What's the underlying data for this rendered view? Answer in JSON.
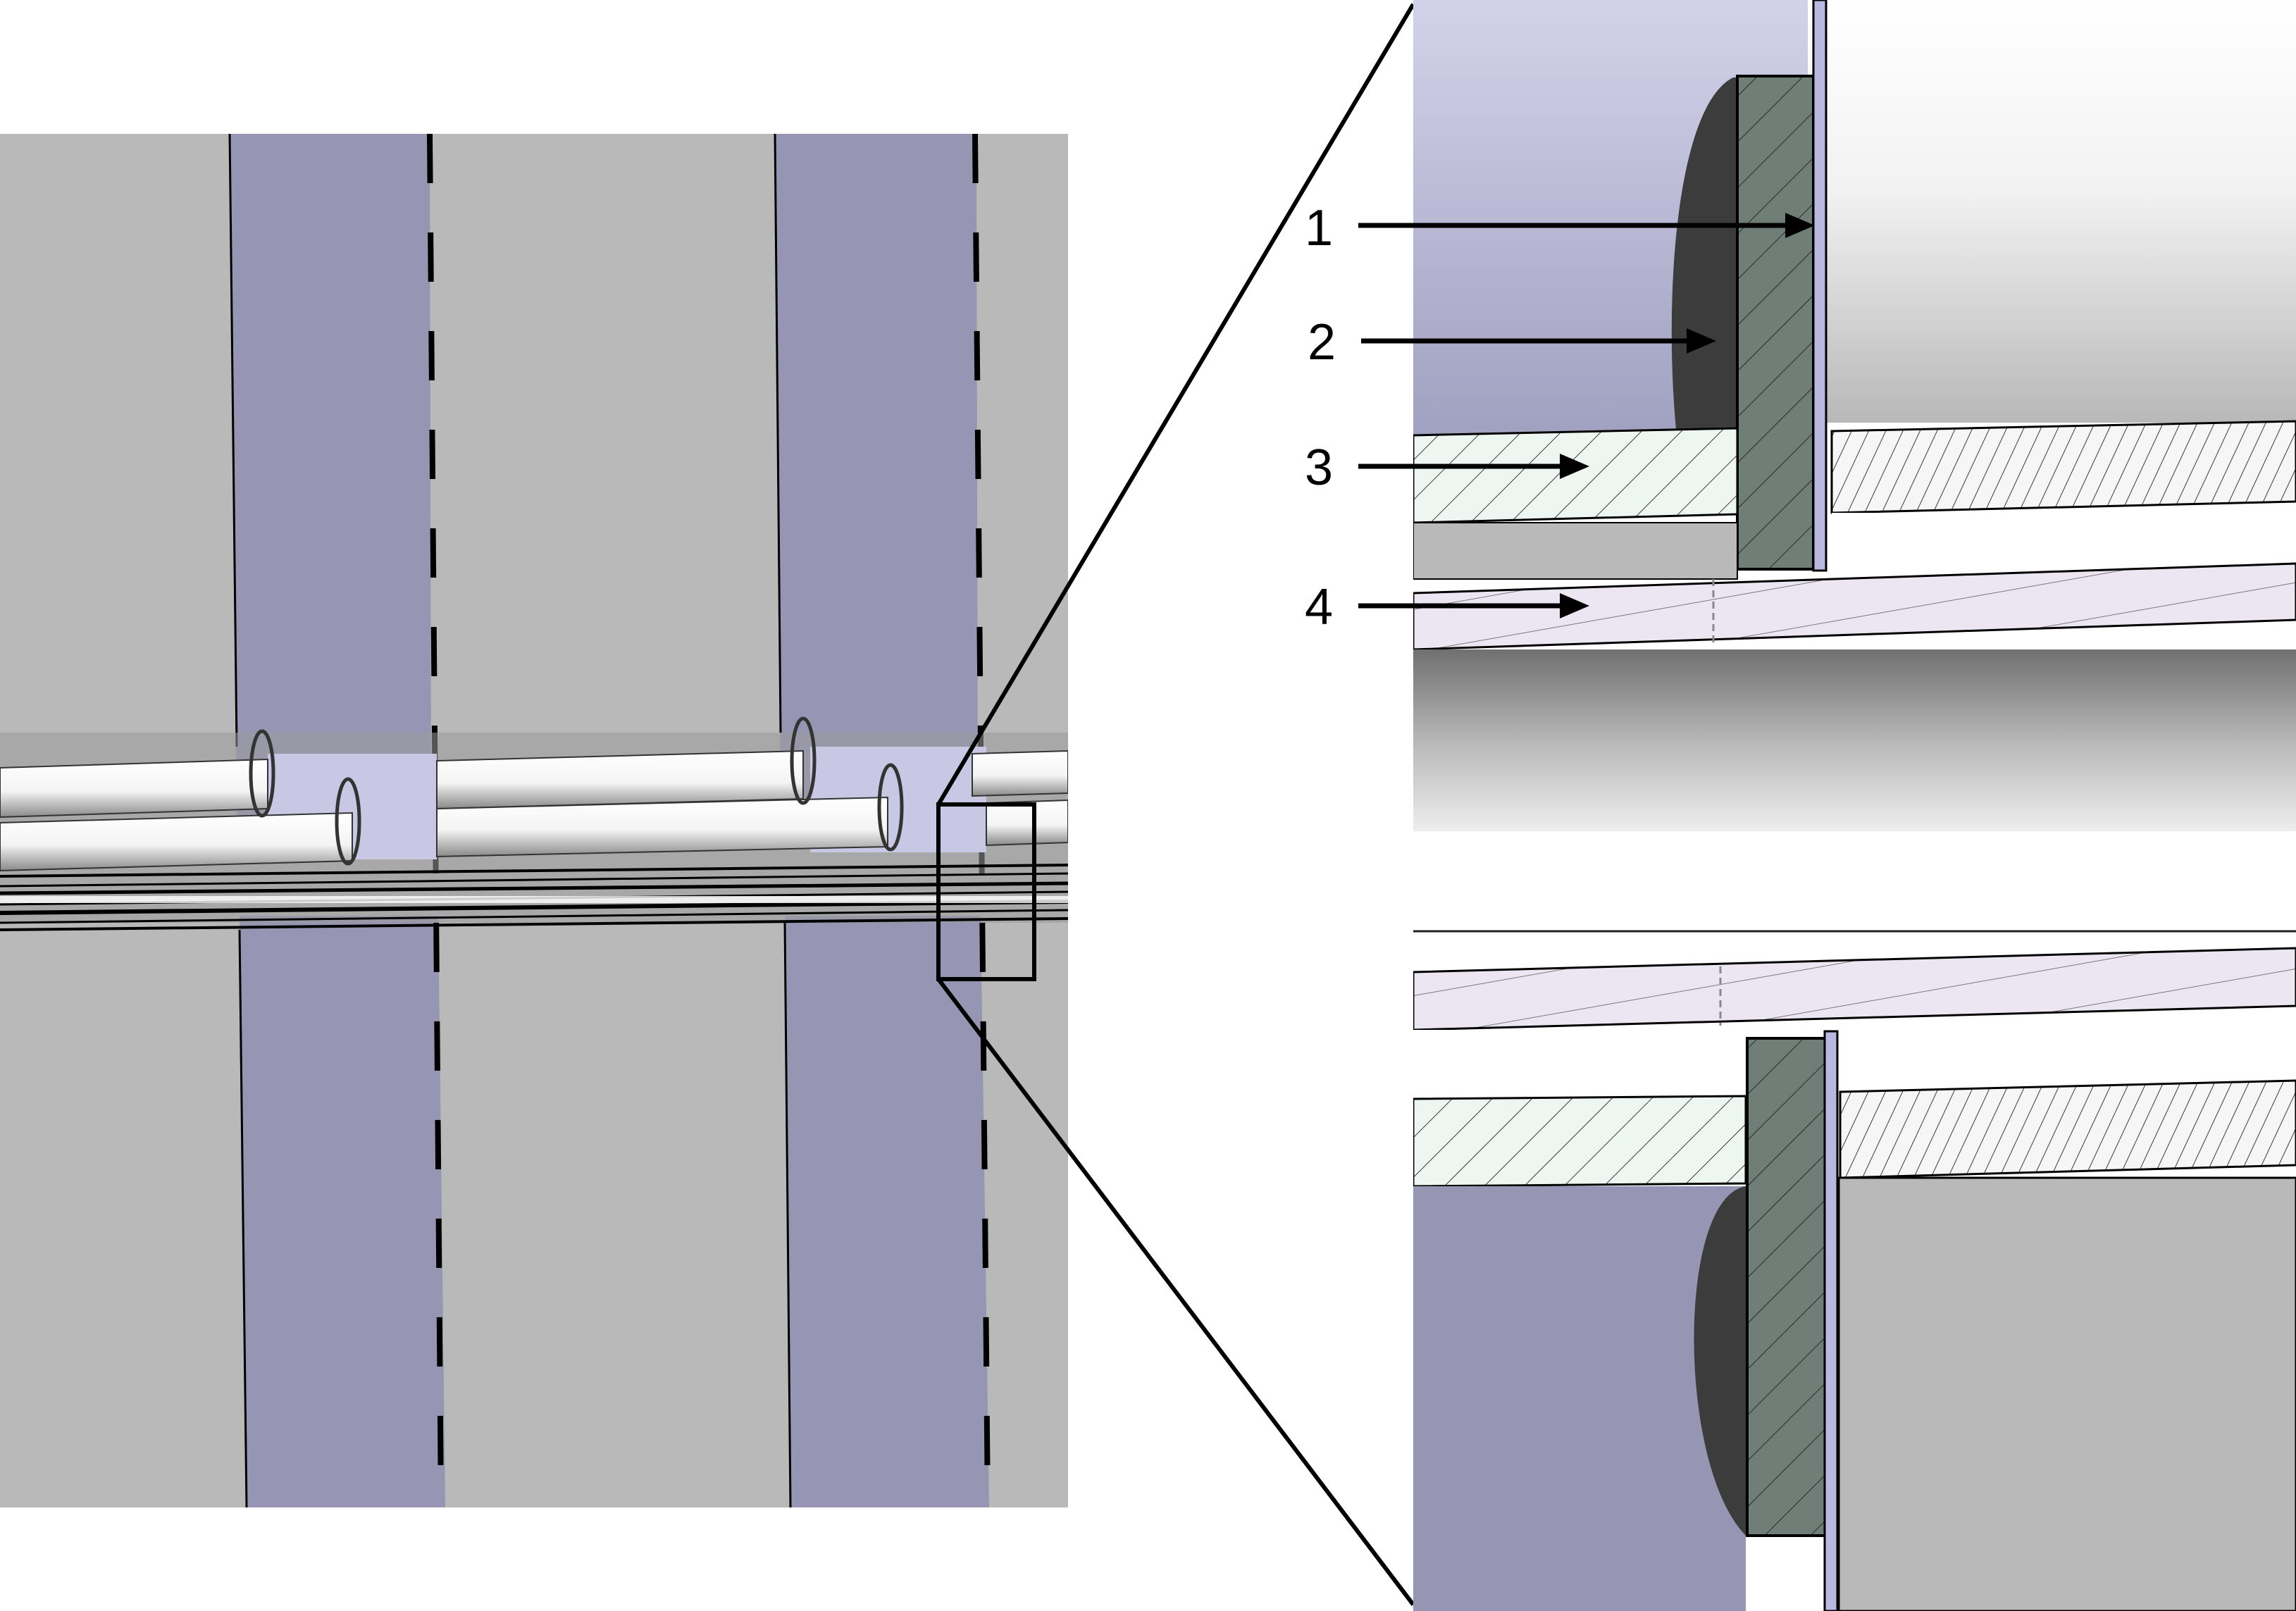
{
  "callouts": [
    {
      "label": "1"
    },
    {
      "label": "2"
    },
    {
      "label": "3"
    },
    {
      "label": "4"
    }
  ],
  "colors": {
    "background": "#ffffff",
    "wall_gray": "#b9b9b9",
    "band_lavender": "#9696b4",
    "band_light_lavender": "#cfcfe6",
    "gasket_dark_green": "#6f7e76",
    "gasket_shadow": "#3c3c3c",
    "hatch_pale_green": "#eef6f2",
    "rod_pale_purple": "#ece6f2",
    "outline": "#000000"
  },
  "icons": {
    "arrow": "right-arrow-icon",
    "detail_box": "zoom-rectangle"
  }
}
